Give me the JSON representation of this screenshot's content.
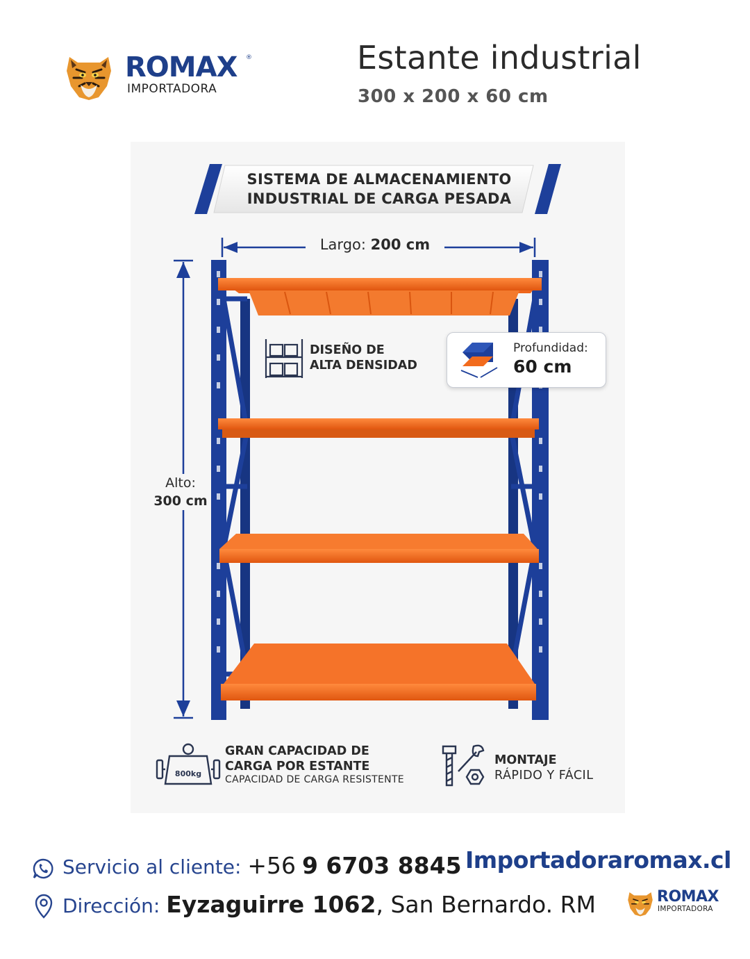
{
  "brand": {
    "name": "ROMAX",
    "registered": "®",
    "subtitle": "IMPORTADORA"
  },
  "product": {
    "title": "Estante industrial",
    "dimensions": "300 x 200 x 60 cm"
  },
  "banner": {
    "line1": "SISTEMA DE ALMACENAMIENTO",
    "line2": "INDUSTRIAL DE CARGA PESADA"
  },
  "measures": {
    "largo_label": "Largo:",
    "largo_value": "200 cm",
    "alto_label": "Alto:",
    "alto_value": "300 cm",
    "depth_label": "Profundidad:",
    "depth_value": "60 cm"
  },
  "features": {
    "density_line1": "DISEÑO DE",
    "density_line2": "ALTA DENSIDAD",
    "capacity_line1": "GRAN CAPACIDAD DE",
    "capacity_line2": "CARGA POR ESTANTE",
    "capacity_sub": "CAPACIDAD DE CARGA RESISTENTE",
    "weight_tag": "800kg",
    "assembly_line1": "MONTAJE",
    "assembly_line2": "RÁPIDO Y FÁCIL"
  },
  "contact": {
    "service_label": "Servicio al cliente:",
    "phone_prefix": "+56",
    "phone_main": "9 6703 8845",
    "address_label": "Dirección:",
    "address_street": "Eyzaguirre 1062",
    "address_rest": ", San Bernardo. RM",
    "website": "Importadoraromax.cl"
  },
  "colors": {
    "brand_blue": "#1e3f8a",
    "frame_blue": "#1d3f9a",
    "shelf_orange": "#f26b1d"
  },
  "icons": {
    "logo": "tiger-head-icon",
    "density": "shelf-boxes-icon",
    "depth": "cube-depth-icon",
    "capacity": "weight-icon",
    "assembly": "bolt-wrench-icon",
    "phone": "whatsapp-icon",
    "address": "location-pin-icon"
  }
}
